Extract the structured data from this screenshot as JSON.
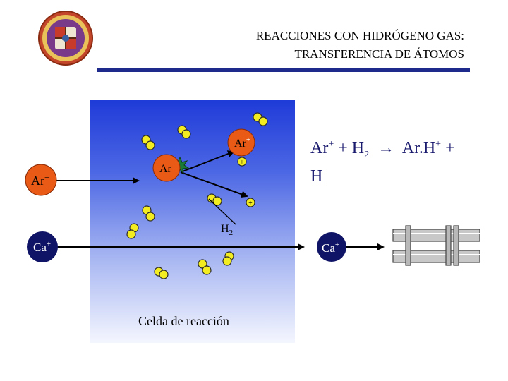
{
  "header": {
    "title_line1": "REACCIONES CON HIDRÓGENO GAS:",
    "title_line2": "TRANSFERENCIA DE ÁTOMOS"
  },
  "equation": {
    "reactant_ion": "Ar",
    "plus1": "+",
    "reagent": "H",
    "reagent_sub": "2",
    "arrow": "→",
    "product_ion": "Ar.H",
    "plus2": "+",
    "product2": "H"
  },
  "labels": {
    "ar_in": "Ar",
    "ar_center": "Ar",
    "ar_out": "Ar",
    "ca_in": "Ca",
    "ca_out": "Ca",
    "charge": "+",
    "h2": "H",
    "h2_sub": "2",
    "cell": "Celda de reacción"
  },
  "colors": {
    "ar_ion": "#e85a16",
    "ca_ion": "#101466",
    "hydrogen": "#f2ec20",
    "cell_top": "#1f3bd8",
    "title_rule": "#1e2a8c",
    "electrode": "#c0c0c0"
  }
}
